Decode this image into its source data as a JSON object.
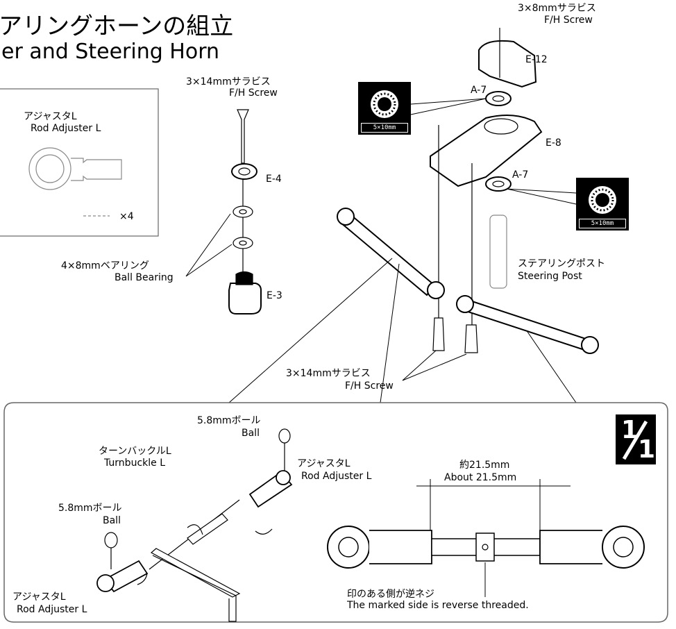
{
  "title": {
    "jp": "アリングホーンの組立",
    "en": "er and Steering Horn"
  },
  "inset": {
    "jp": "アジャスタL",
    "en": "Rod Adjuster L",
    "qty": "×4"
  },
  "labels": {
    "screw_top_jp": "3×8mmサラビス",
    "screw_top_en": "F/H Screw",
    "screw_14_jp": "3×14mmサラビス",
    "screw_14_en": "F/H Screw",
    "screw_bottom_jp": "3×14mmサラビス",
    "screw_bottom_en": "F/H Screw",
    "part_e12": "E-12",
    "part_a7_top": "A-7",
    "part_e8": "E-8",
    "part_a7_bottom": "A-7",
    "part_e4": "E-4",
    "part_e3": "E-3",
    "bearing_jp": "4×8mmベアリング",
    "bearing_en": "Ball Bearing",
    "post_jp": "ステアリングポスト",
    "post_en": "Steering Post",
    "bearing_spec_top": "5×10mm",
    "bearing_spec_bottom": "5×10mm"
  },
  "detail": {
    "badge_num": "1",
    "badge_den": "1",
    "ball1_jp": "5.8mmボール",
    "ball1_en": "Ball",
    "turnbuckle_jp": "ターンバックルL",
    "turnbuckle_en": "Turnbuckle L",
    "adjuster1_jp": "アジャスタL",
    "adjuster1_en": "Rod Adjuster L",
    "ball2_jp": "5.8mmボール",
    "ball2_en": "Ball",
    "adjuster2_jp": "アジャスタL",
    "adjuster2_en": "Rod Adjuster L",
    "length_jp": "約21.5mm",
    "length_en": "About 21.5mm",
    "mark_jp": "印のある側が逆ネジ",
    "mark_en": "The marked side is reverse threaded."
  }
}
